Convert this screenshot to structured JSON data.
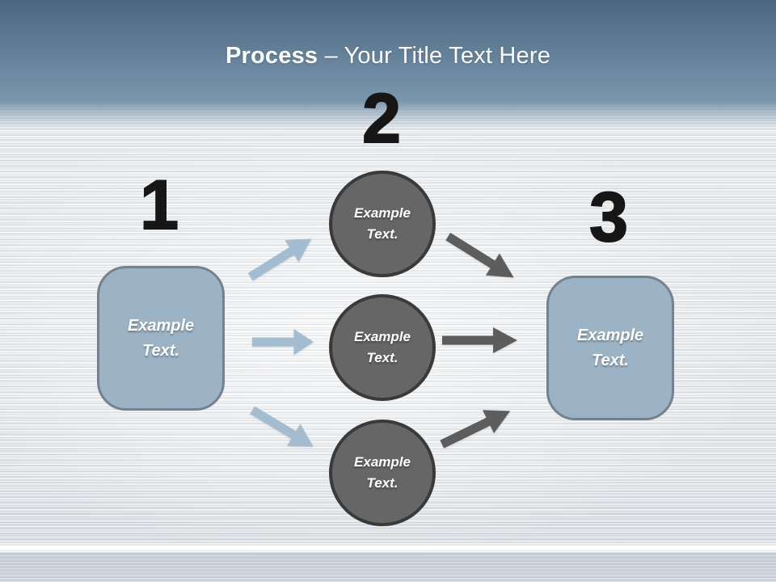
{
  "title": {
    "bold": "Process",
    "regular": " – Your Title Text Here"
  },
  "steps": [
    {
      "number": "1",
      "label": "Example Text."
    },
    {
      "number": "2",
      "items": [
        {
          "label": "Example Text."
        },
        {
          "label": "Example Text."
        },
        {
          "label": "Example Text."
        }
      ]
    },
    {
      "number": "3",
      "label": "Example Text."
    }
  ],
  "colors": {
    "header_top": "#4b6680",
    "header_mid": "#6d89a1",
    "header_bottom": "#7a95ab",
    "box_fill": "#9cb3c6",
    "box_border": "#74828e",
    "circle_fill": "#666666",
    "circle_border": "#3a3a3a",
    "arrow_blue": "#a3bcd0",
    "arrow_dark": "#5d5d5d",
    "number_color": "#161616",
    "title_color": "#fdfeff",
    "shape_text_color": "#ffffff"
  }
}
